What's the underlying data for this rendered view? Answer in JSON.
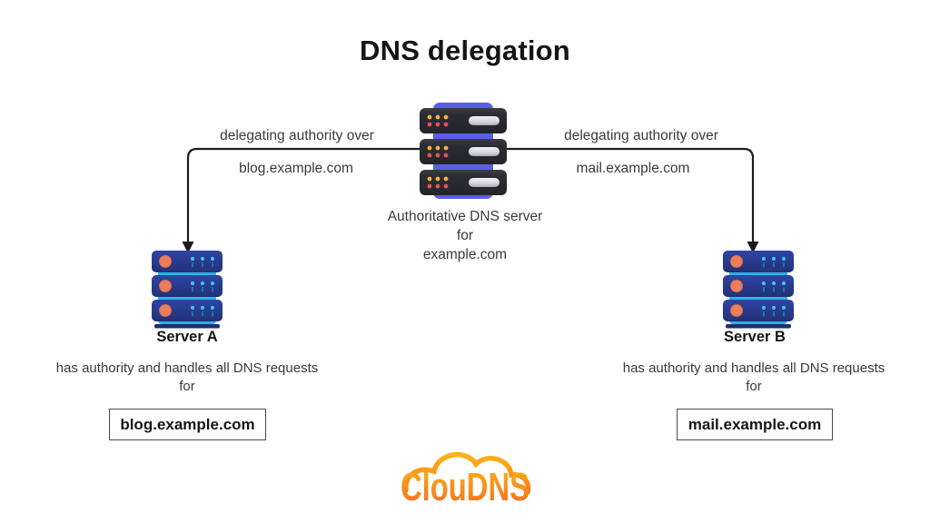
{
  "title": "DNS delegation",
  "central_server": {
    "icon": "server-stack-icon",
    "caption_lines": [
      "Authoritative DNS server",
      "for",
      "example.com"
    ]
  },
  "branches": {
    "left": {
      "arrow_label": "delegating authority over",
      "arrow_sublabel": "blog.example.com"
    },
    "right": {
      "arrow_label": "delegating authority over",
      "arrow_sublabel": "mail.example.com"
    }
  },
  "servers": {
    "left": {
      "name": "Server A",
      "description_line1": "has authority and handles all DNS requests",
      "description_line2": "for",
      "domain": "blog.example.com"
    },
    "right": {
      "name": "Server B",
      "description_line1": "has authority and handles all DNS requests",
      "description_line2": "for",
      "domain": "mail.example.com"
    }
  },
  "logo": {
    "text": "ClouDNS"
  },
  "colors": {
    "arrow": "#1c1c1c",
    "title_text": "#151515",
    "body_text": "#3a3a40",
    "central_server_backing": "#5a5fe6",
    "central_server_body": "#2c2c34",
    "central_dot_yellow": "#f0b43c",
    "central_dot_red": "#e2525e",
    "edge_server_body": "#283c90",
    "edge_server_backing": "#28b4e4",
    "edge_server_circle": "#ea7f5b",
    "logo_orange_dark": "#f26b21",
    "logo_orange_light": "#fcb415"
  }
}
